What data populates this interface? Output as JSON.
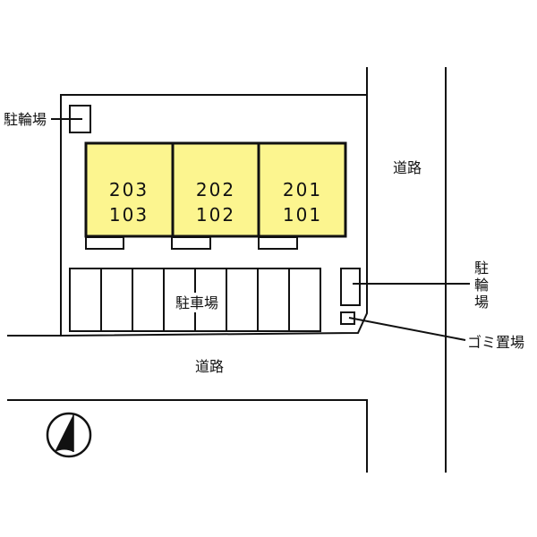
{
  "map": {
    "labels": {
      "bicycle_parking_left": "駐輪場",
      "road_right": "道路",
      "parking_lot": "駐車場",
      "bicycle_parking_right": [
        "駐",
        "輪",
        "場"
      ],
      "garbage_area": "ゴミ置場",
      "road_bottom": "道路"
    },
    "units": [
      {
        "upper": "203",
        "lower": "103"
      },
      {
        "upper": "202",
        "lower": "102"
      },
      {
        "upper": "201",
        "lower": "101"
      }
    ],
    "parking_stalls": 8,
    "colors": {
      "unit_fill": "#fcf58f",
      "line": "#111111",
      "background": "#ffffff"
    },
    "compass": "north-arrow-icon"
  }
}
